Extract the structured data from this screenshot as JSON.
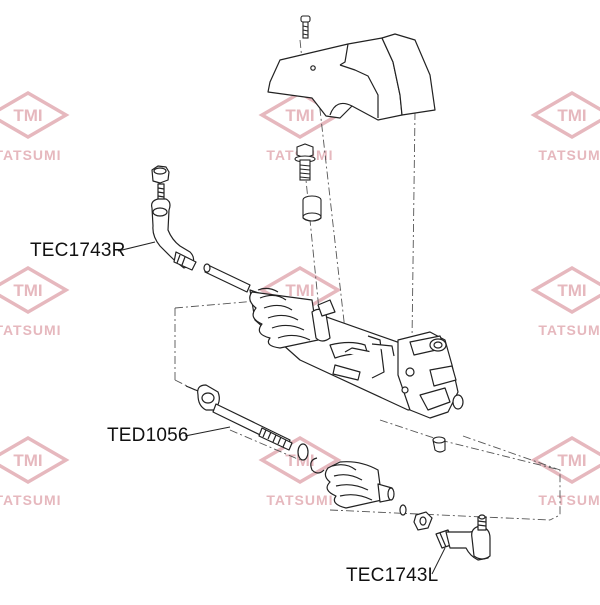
{
  "watermark": {
    "logo_text": "TMI",
    "brand_text": "TATSUMI",
    "color": "#e6b8be"
  },
  "callouts": {
    "tie_rod_end_right": "TEC1743R",
    "inner_tie_rod": "TED1056",
    "tie_rod_end_left": "TEC1743L"
  },
  "colors": {
    "line": "#222222",
    "dash": "#555555",
    "fill": "#ffffff",
    "shade": "#e8e8e8"
  }
}
